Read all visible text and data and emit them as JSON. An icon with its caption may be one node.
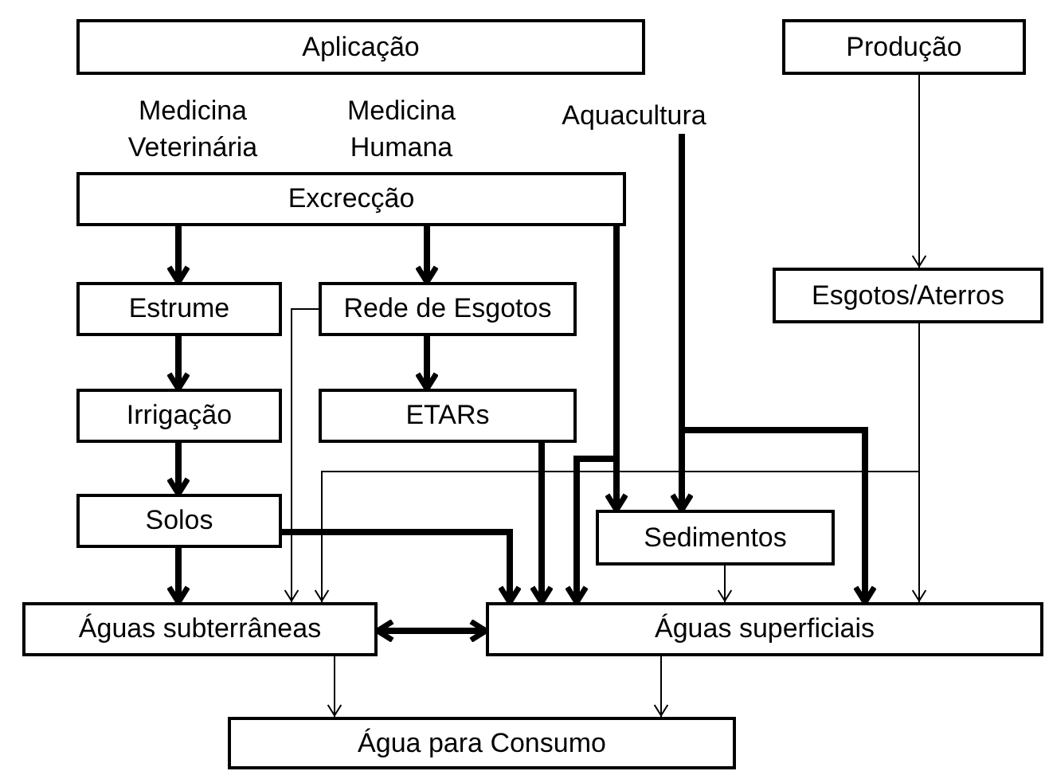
{
  "diagram": {
    "nodes": [
      {
        "text": [
          "Aplicação"
        ]
      },
      {
        "text": [
          "Produção"
        ]
      },
      {
        "text": [
          "Aquacultura"
        ]
      },
      {
        "text": [
          "Excrecção"
        ]
      },
      {
        "text": [
          "Estrume"
        ]
      },
      {
        "text": [
          "Rede de Esgotos"
        ]
      },
      {
        "text": [
          "Esgotos/Aterros"
        ]
      },
      {
        "text": [
          "Irrigação"
        ]
      },
      {
        "text": [
          "ETARs"
        ]
      },
      {
        "text": [
          "Solos"
        ]
      },
      {
        "text": [
          "Sedimentos"
        ]
      },
      {
        "text": [
          "Águas subterrâneas"
        ]
      },
      {
        "text": [
          "Águas superficiais"
        ]
      },
      {
        "text": [
          "Água para Consumo"
        ]
      }
    ],
    "edges": [
      {
        "from": 1,
        "to": 6,
        "arrow": "to"
      },
      {
        "from": 3,
        "to": 4,
        "arrow": "to"
      },
      {
        "from": 3,
        "to": 5,
        "arrow": "to"
      },
      {
        "from": 3,
        "to": 10,
        "arrow": "to"
      },
      {
        "from": 3,
        "to": 12,
        "arrow": "to"
      },
      {
        "from": 2,
        "to": 10,
        "arrow": "to"
      },
      {
        "from": 2,
        "to": 12,
        "arrow": "to"
      },
      {
        "from": 4,
        "to": 7,
        "arrow": "to"
      },
      {
        "from": 5,
        "to": 8,
        "arrow": "to"
      },
      {
        "from": 7,
        "to": 9,
        "arrow": "to"
      },
      {
        "from": 9,
        "to": 11,
        "arrow": "to"
      },
      {
        "from": 9,
        "to": 12,
        "arrow": "to"
      },
      {
        "from": 8,
        "to": 12,
        "arrow": "to"
      },
      {
        "from": 5,
        "to": 11,
        "arrow": "to"
      },
      {
        "from": 6,
        "to": 12,
        "arrow": "to"
      },
      {
        "from": 6,
        "to": 11,
        "arrow": "to"
      },
      {
        "from": 10,
        "to": 12,
        "arrow": "to"
      },
      {
        "from": 11,
        "to": 12,
        "arrow": "both"
      },
      {
        "from": 11,
        "to": 13,
        "arrow": "to"
      },
      {
        "from": 12,
        "to": 13,
        "arrow": "to"
      }
    ],
    "labels": [
      "Medicina Veterinária",
      "Medicina Humana"
    ]
  }
}
